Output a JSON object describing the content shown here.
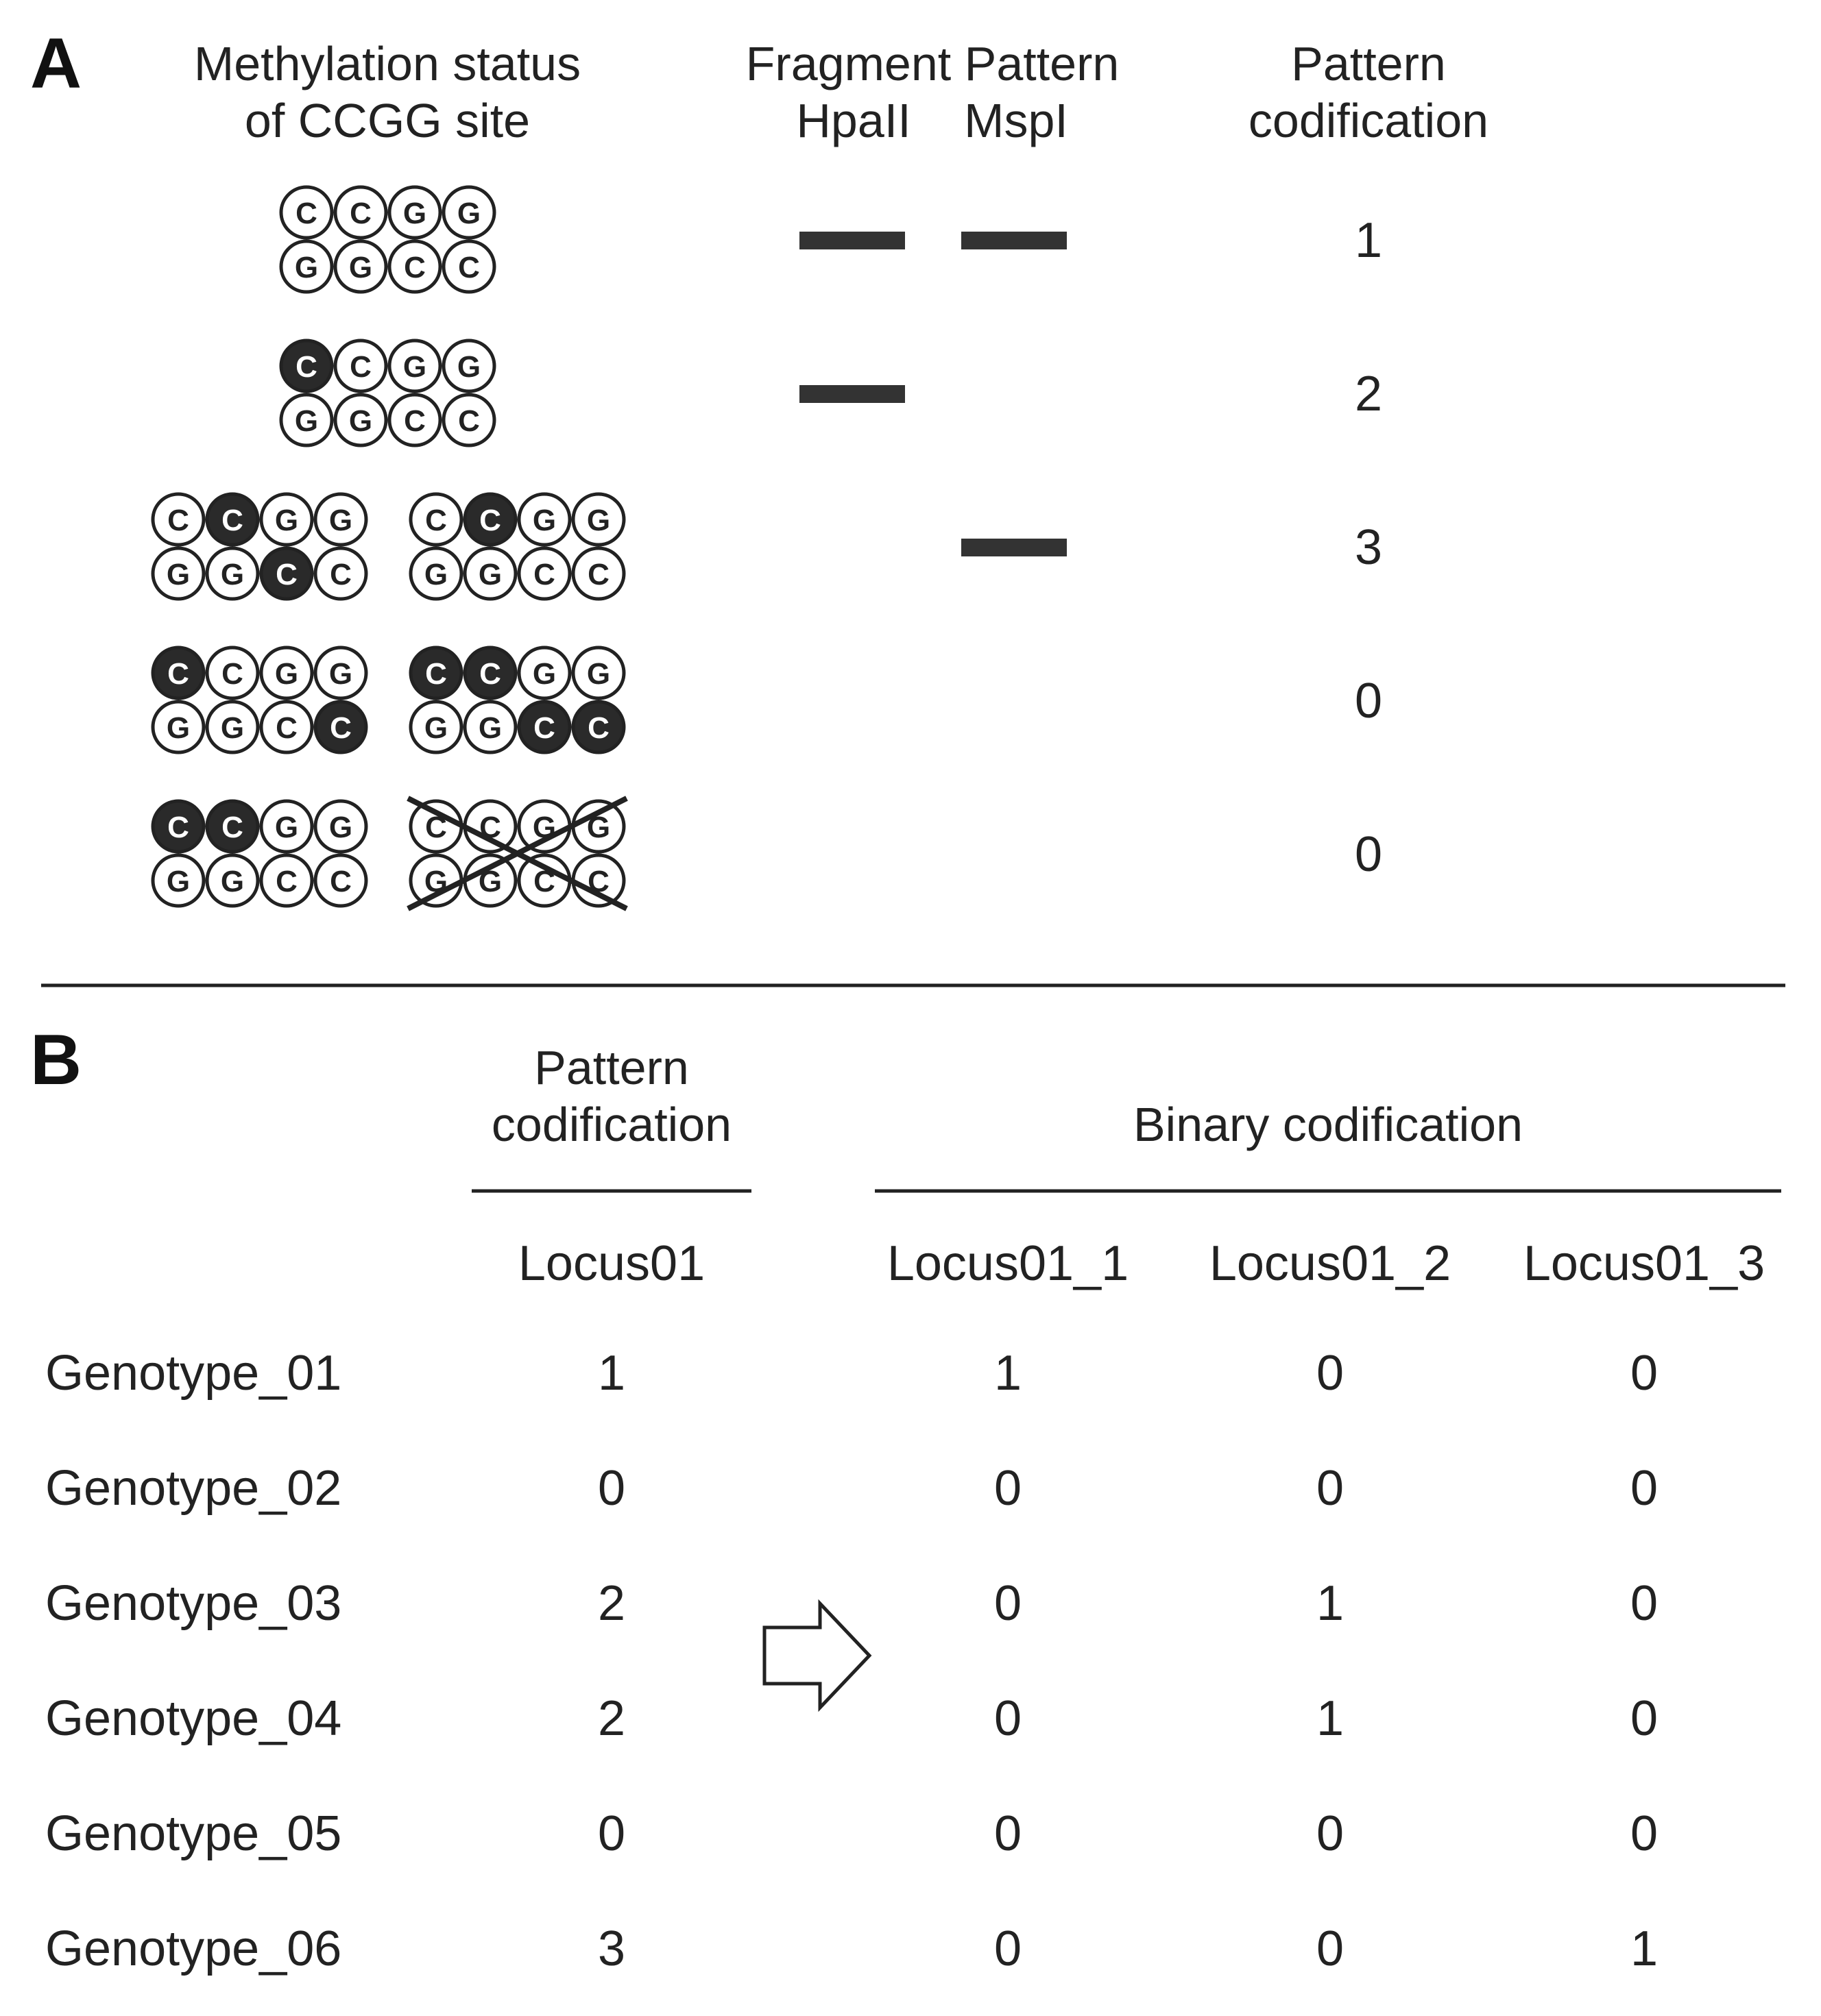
{
  "panel_a": {
    "label": "A",
    "headers": {
      "methylation_status": [
        "Methylation status",
        "of CCGG site"
      ],
      "fragment_pattern": {
        "title": "Fragment Pattern",
        "enzymes": [
          "HpaII",
          "MspI"
        ]
      },
      "pattern_codification": [
        "Pattern",
        "codification"
      ]
    },
    "rows": [
      {
        "sites": [
          {
            "top": [
              "C",
              "C",
              "G",
              "G"
            ],
            "bottom": [
              "G",
              "G",
              "C",
              "C"
            ],
            "top_methylated": [
              false,
              false,
              false,
              false
            ],
            "bottom_methylated": [
              false,
              false,
              false,
              false
            ],
            "crossed_out": false
          }
        ],
        "hpaii_band": true,
        "mspi_band": true,
        "code": "1"
      },
      {
        "sites": [
          {
            "top": [
              "C",
              "C",
              "G",
              "G"
            ],
            "bottom": [
              "G",
              "G",
              "C",
              "C"
            ],
            "top_methylated": [
              true,
              false,
              false,
              false
            ],
            "bottom_methylated": [
              false,
              false,
              false,
              false
            ],
            "crossed_out": false
          }
        ],
        "hpaii_band": true,
        "mspi_band": false,
        "code": "2"
      },
      {
        "sites": [
          {
            "top": [
              "C",
              "C",
              "G",
              "G"
            ],
            "bottom": [
              "G",
              "G",
              "C",
              "C"
            ],
            "top_methylated": [
              false,
              true,
              false,
              false
            ],
            "bottom_methylated": [
              false,
              false,
              true,
              false
            ],
            "crossed_out": false
          },
          {
            "top": [
              "C",
              "C",
              "G",
              "G"
            ],
            "bottom": [
              "G",
              "G",
              "C",
              "C"
            ],
            "top_methylated": [
              false,
              true,
              false,
              false
            ],
            "bottom_methylated": [
              false,
              false,
              false,
              false
            ],
            "crossed_out": false
          }
        ],
        "hpaii_band": false,
        "mspi_band": true,
        "code": "3"
      },
      {
        "sites": [
          {
            "top": [
              "C",
              "C",
              "G",
              "G"
            ],
            "bottom": [
              "G",
              "G",
              "C",
              "C"
            ],
            "top_methylated": [
              true,
              false,
              false,
              false
            ],
            "bottom_methylated": [
              false,
              false,
              false,
              true
            ],
            "crossed_out": false
          },
          {
            "top": [
              "C",
              "C",
              "G",
              "G"
            ],
            "bottom": [
              "G",
              "G",
              "C",
              "C"
            ],
            "top_methylated": [
              true,
              true,
              false,
              false
            ],
            "bottom_methylated": [
              false,
              false,
              true,
              true
            ],
            "crossed_out": false
          }
        ],
        "hpaii_band": false,
        "mspi_band": false,
        "code": "0"
      },
      {
        "sites": [
          {
            "top": [
              "C",
              "C",
              "G",
              "G"
            ],
            "bottom": [
              "G",
              "G",
              "C",
              "C"
            ],
            "top_methylated": [
              true,
              true,
              false,
              false
            ],
            "bottom_methylated": [
              false,
              false,
              false,
              false
            ],
            "crossed_out": false
          },
          {
            "top": [
              "C",
              "C",
              "G",
              "G"
            ],
            "bottom": [
              "G",
              "G",
              "C",
              "C"
            ],
            "top_methylated": [
              false,
              false,
              false,
              false
            ],
            "bottom_methylated": [
              false,
              false,
              false,
              false
            ],
            "crossed_out": true
          }
        ],
        "hpaii_band": false,
        "mspi_band": false,
        "code": "0"
      }
    ]
  },
  "panel_b": {
    "label": "B",
    "group_headers": {
      "pattern": [
        "Pattern",
        "codification"
      ],
      "binary": "Binary codification"
    },
    "columns": {
      "pattern": [
        "Locus01"
      ],
      "binary": [
        "Locus01_1",
        "Locus01_2",
        "Locus01_3"
      ]
    },
    "rows": [
      {
        "genotype": "Genotype_01",
        "pattern": "1",
        "binary": [
          "1",
          "0",
          "0"
        ]
      },
      {
        "genotype": "Genotype_02",
        "pattern": "0",
        "binary": [
          "0",
          "0",
          "0"
        ]
      },
      {
        "genotype": "Genotype_03",
        "pattern": "2",
        "binary": [
          "0",
          "1",
          "0"
        ]
      },
      {
        "genotype": "Genotype_04",
        "pattern": "2",
        "binary": [
          "0",
          "1",
          "0"
        ]
      },
      {
        "genotype": "Genotype_05",
        "pattern": "0",
        "binary": [
          "0",
          "0",
          "0"
        ]
      },
      {
        "genotype": "Genotype_06",
        "pattern": "3",
        "binary": [
          "0",
          "0",
          "1"
        ]
      }
    ]
  },
  "colors": {
    "ink": "#222222",
    "band": "#333333",
    "methylated_fill": "#2a2a2a",
    "unmethylated_fill": "#ffffff"
  }
}
